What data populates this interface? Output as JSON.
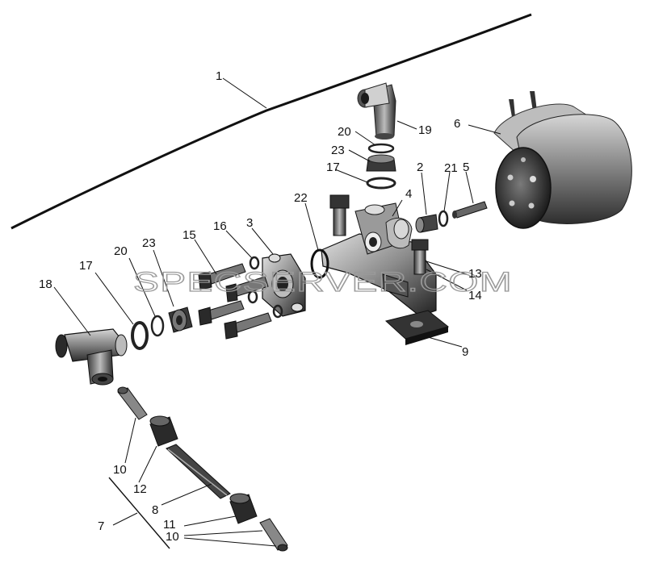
{
  "watermark": "SPECSERVER.COM",
  "callouts": {
    "c1": "1",
    "c2": "2",
    "c3": "3",
    "c4": "4",
    "c5": "5",
    "c6": "6",
    "c7": "7",
    "c8": "8",
    "c9": "9",
    "c10a": "10",
    "c10b": "10",
    "c11": "11",
    "c12": "12",
    "c13": "13",
    "c14": "14",
    "c15": "15",
    "c16": "16",
    "c17a": "17",
    "c17b": "17",
    "c18": "18",
    "c19": "19",
    "c20a": "20",
    "c20b": "20",
    "c21": "21",
    "c22": "22",
    "c23a": "23",
    "c23b": "23"
  },
  "colors": {
    "ink": "#111111",
    "metal_dark": "#2a2a2a",
    "metal_mid": "#6e6e6e",
    "metal_light": "#c8c8c8"
  }
}
